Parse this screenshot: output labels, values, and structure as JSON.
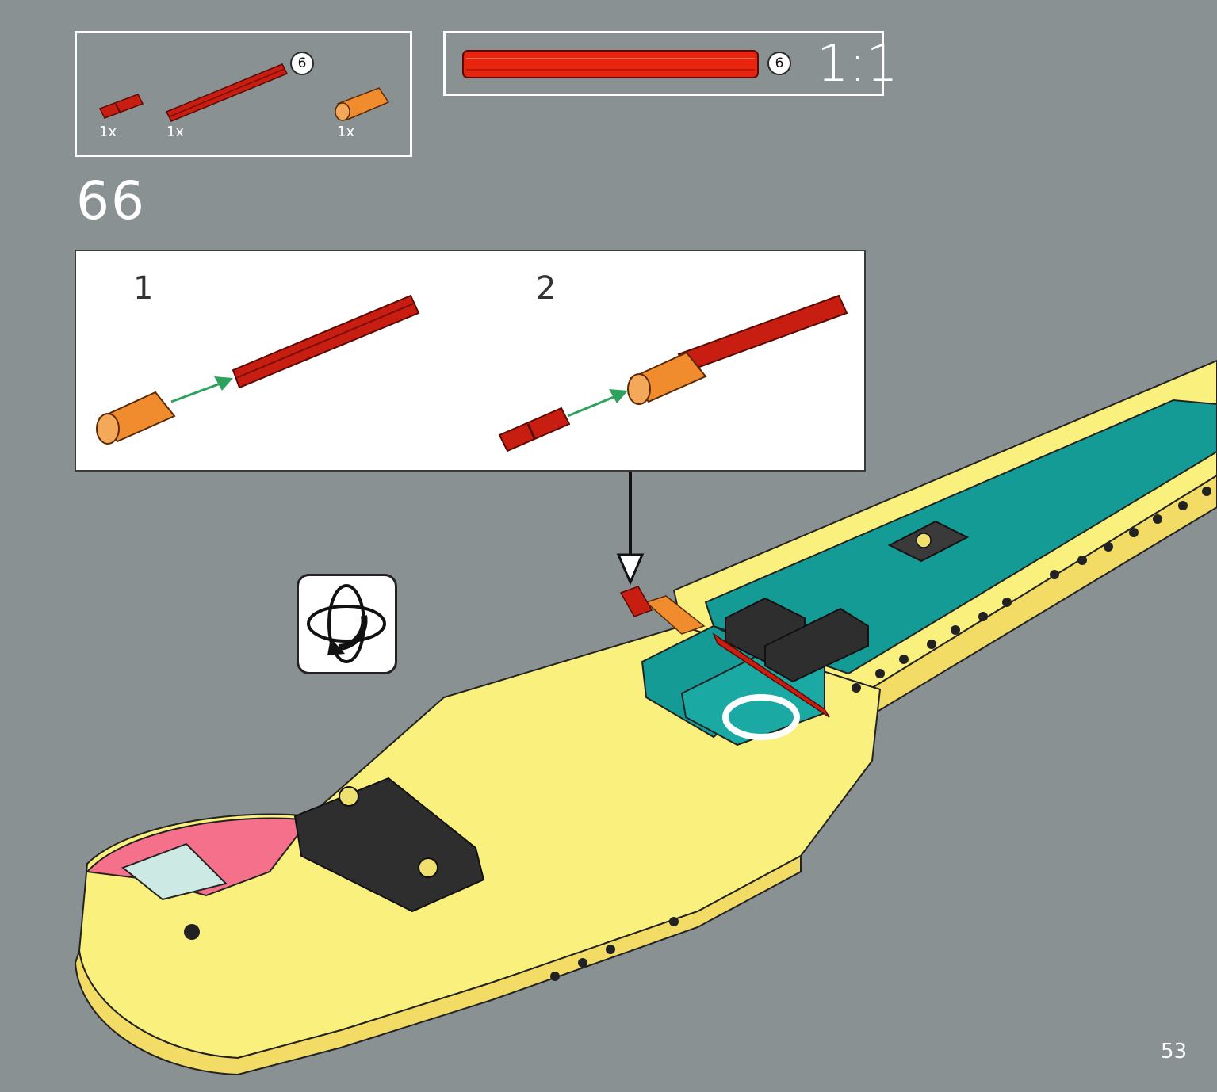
{
  "parts_list": {
    "items": [
      {
        "name": "red-connector",
        "qty": "1x"
      },
      {
        "name": "red-axle",
        "qty": "1x",
        "length_badge": "6"
      },
      {
        "name": "orange-bush",
        "qty": "1x"
      }
    ]
  },
  "scale_callout": {
    "length_badge": "6",
    "scale": "1:1"
  },
  "step": {
    "number": "66"
  },
  "substeps": [
    "1",
    "2"
  ],
  "page": {
    "number": "53"
  },
  "icons": {
    "rotate": "rotate-model-icon"
  },
  "colors": {
    "background": "#8a9193",
    "axle_red": "#c81e12",
    "bush_orange": "#f08c2e",
    "base_yellow": "#faf07e",
    "teal": "#159b96",
    "arrow_green": "#2ea25c",
    "pink": "#f5708a"
  }
}
